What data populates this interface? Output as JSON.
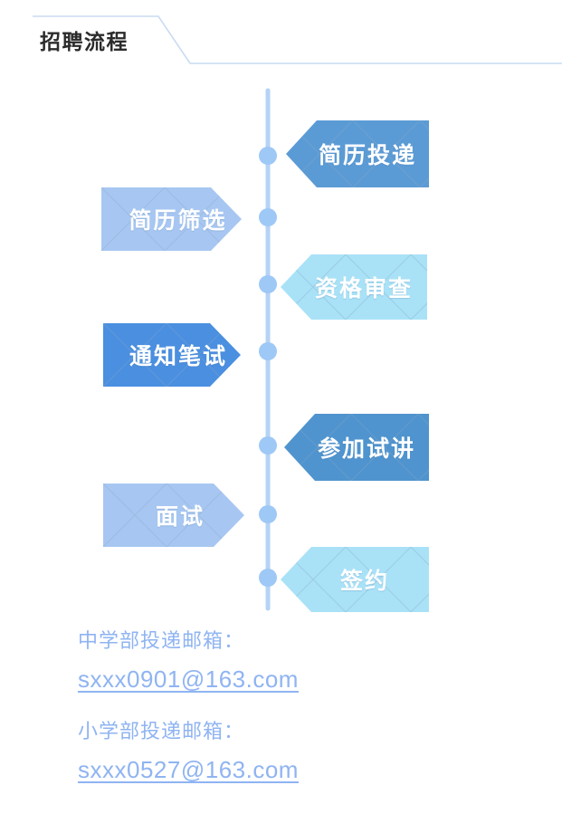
{
  "header": {
    "title": "招聘流程",
    "rule_color": "#c9dbf2"
  },
  "timeline": {
    "line_color": "#b4d3f5",
    "dot_color": "#9ec8f6",
    "dot_count": 7
  },
  "steps": [
    {
      "label": "简历投递",
      "side": "right",
      "color": "#5b9bd5",
      "text_color": "#ffffff"
    },
    {
      "label": "简历筛选",
      "side": "left",
      "color": "#a7c7f2",
      "text_color": "#ffffff"
    },
    {
      "label": "资格审查",
      "side": "right",
      "color": "#a9e2f7",
      "text_color": "#ffffff"
    },
    {
      "label": "通知笔试",
      "side": "left",
      "color": "#4a8fe0",
      "text_color": "#ffffff"
    },
    {
      "label": "参加试讲",
      "side": "right",
      "color": "#4f94ce",
      "text_color": "#ffffff"
    },
    {
      "label": "面试",
      "side": "left",
      "color": "#a7c7f2",
      "text_color": "#ffffff"
    },
    {
      "label": "签约",
      "side": "right",
      "color": "#a9e2f7",
      "text_color": "#ffffff"
    }
  ],
  "contacts": [
    {
      "label": "中学部投递邮箱：",
      "email": "sxxx0901@163.com"
    },
    {
      "label": "小学部投递邮箱：",
      "email": "sxxx0527@163.com"
    }
  ],
  "colors": {
    "accent": "#8fb4f2",
    "banner_pattern": "#8aa8c8"
  }
}
